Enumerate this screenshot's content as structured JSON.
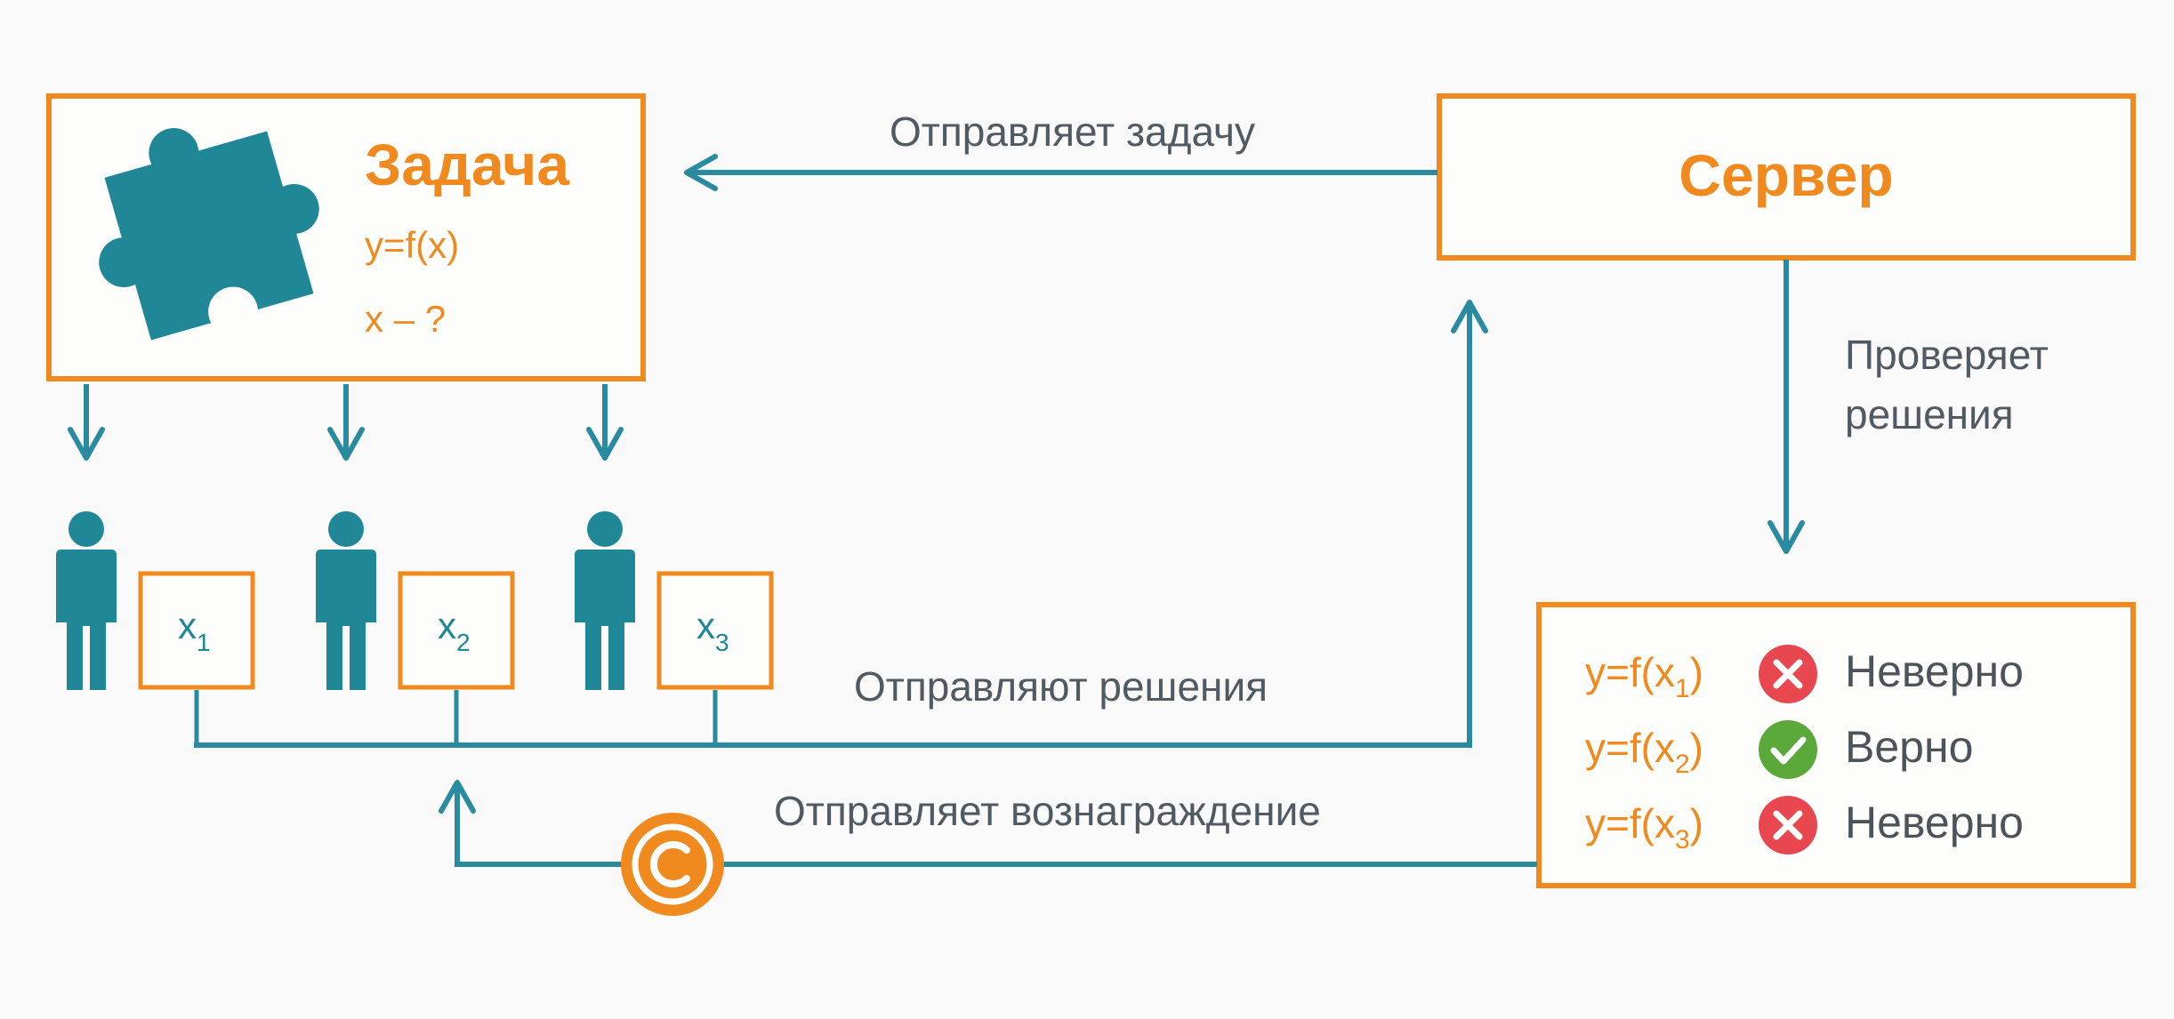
{
  "colors": {
    "orange": "#f08a1f",
    "teal": "#1f8796",
    "line": "#2a8aa0",
    "red": "#e8474f",
    "green": "#5aa83a",
    "text": "#515a62"
  },
  "task": {
    "title": "Задача",
    "formula": "y=f(x)",
    "question": "x – ?",
    "icon": "puzzle-icon"
  },
  "server": {
    "title": "Сервер"
  },
  "participants": [
    {
      "icon": "person-icon",
      "var": "x",
      "sub": "1"
    },
    {
      "icon": "person-icon",
      "var": "x",
      "sub": "2"
    },
    {
      "icon": "person-icon",
      "var": "x",
      "sub": "3"
    }
  ],
  "arrows": {
    "sends_task": "Отправляет задачу",
    "checks": [
      "Проверяет",
      "решения"
    ],
    "send_solutions": "Отправляют решения",
    "sends_reward": "Отправляет вознаграждение",
    "reward_icon": "copyright-coin-icon"
  },
  "results": [
    {
      "formula": "y=f(x",
      "sub": "1",
      "close": ")",
      "status": "Неверно",
      "correct": false,
      "icon": "cross-icon"
    },
    {
      "formula": "y=f(x",
      "sub": "2",
      "close": ")",
      "status": "Верно",
      "correct": true,
      "icon": "check-icon"
    },
    {
      "formula": "y=f(x",
      "sub": "3",
      "close": ")",
      "status": "Неверно",
      "correct": false,
      "icon": "cross-icon"
    }
  ]
}
